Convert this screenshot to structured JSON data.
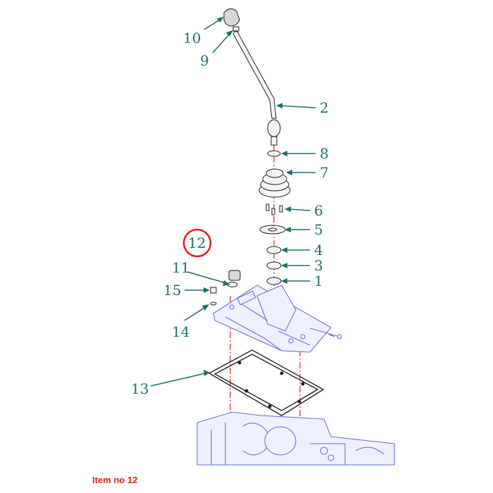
{
  "diagram": {
    "callouts": [
      {
        "id": "10",
        "label": "10",
        "part": "knob"
      },
      {
        "id": "9",
        "label": "9",
        "part": "nut"
      },
      {
        "id": "2",
        "label": "2",
        "part": "gear-lever"
      },
      {
        "id": "8",
        "label": "8",
        "part": "clip"
      },
      {
        "id": "7",
        "label": "7",
        "part": "boot"
      },
      {
        "id": "6",
        "label": "6",
        "part": "screw"
      },
      {
        "id": "5",
        "label": "5",
        "part": "plate"
      },
      {
        "id": "4",
        "label": "4",
        "part": "ring"
      },
      {
        "id": "3",
        "label": "3",
        "part": "ring"
      },
      {
        "id": "1",
        "label": "1",
        "part": "ring"
      },
      {
        "id": "12",
        "label": "12",
        "part": "breather-cap",
        "highlighted": true
      },
      {
        "id": "11",
        "label": "11",
        "part": "washer"
      },
      {
        "id": "15",
        "label": "15",
        "part": "bolt"
      },
      {
        "id": "14",
        "label": "14",
        "part": "washer"
      },
      {
        "id": "13",
        "label": "13",
        "part": "gasket"
      }
    ],
    "caption": "Item no 12",
    "colors": {
      "callout": "#1f6f6a",
      "highlight": "#e0201b",
      "centerline": "#e0201b",
      "blueprint": "#6a72d8",
      "part_outline": "#222222"
    }
  }
}
